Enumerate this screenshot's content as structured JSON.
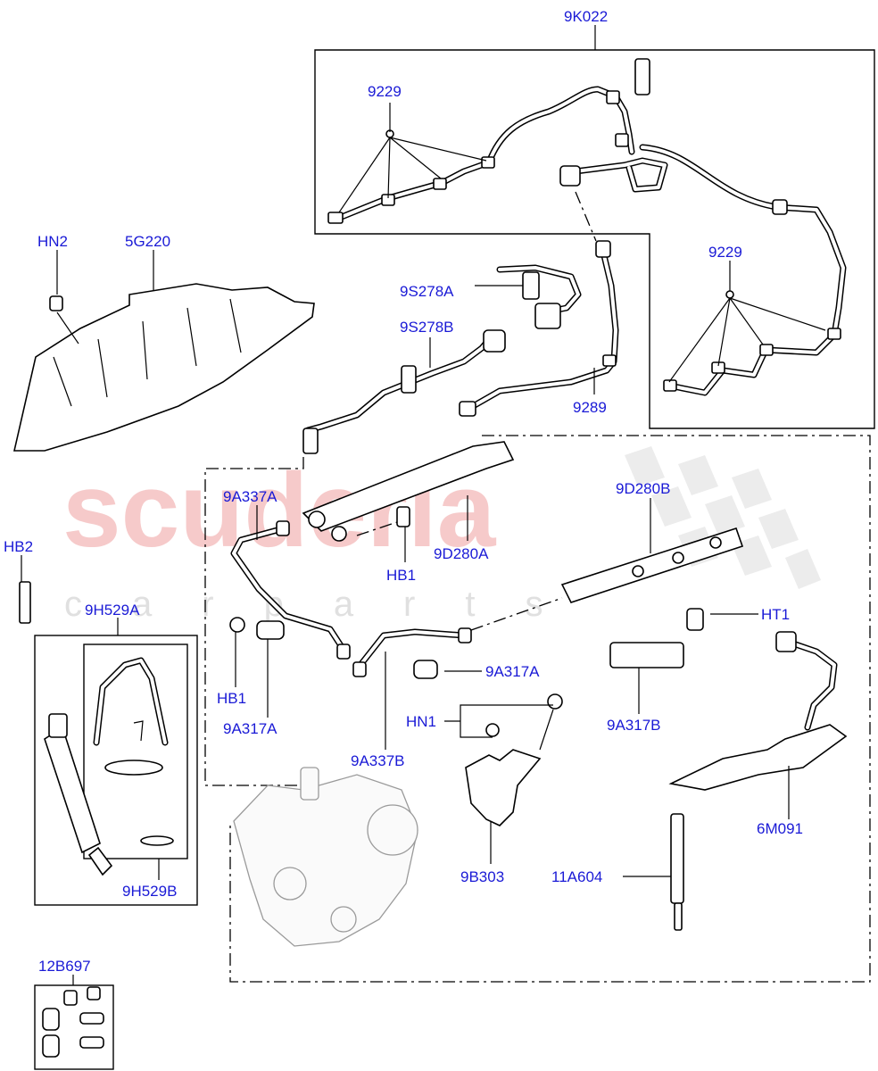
{
  "watermark": {
    "brand": "scuderia",
    "sub": "carparts"
  },
  "labels": {
    "9K022": "9K022",
    "9229_top": "9229",
    "9229_right": "9229",
    "HN2": "HN2",
    "5G220": "5G220",
    "9S278A": "9S278A",
    "9S278B": "9S278B",
    "9289": "9289",
    "9A337A": "9A337A",
    "9D280B": "9D280B",
    "9D280A": "9D280A",
    "HB1_top": "HB1",
    "HB2": "HB2",
    "9H529A": "9H529A",
    "HT1": "HT1",
    "HB1_left": "HB1",
    "9A317A_left": "9A317A",
    "9A317A_right": "9A317A",
    "HN1": "HN1",
    "9A317B": "9A317B",
    "9A337B": "9A337B",
    "6M091": "6M091",
    "9B303": "9B303",
    "11A604": "11A604",
    "9H529B": "9H529B",
    "12B697": "12B697"
  }
}
